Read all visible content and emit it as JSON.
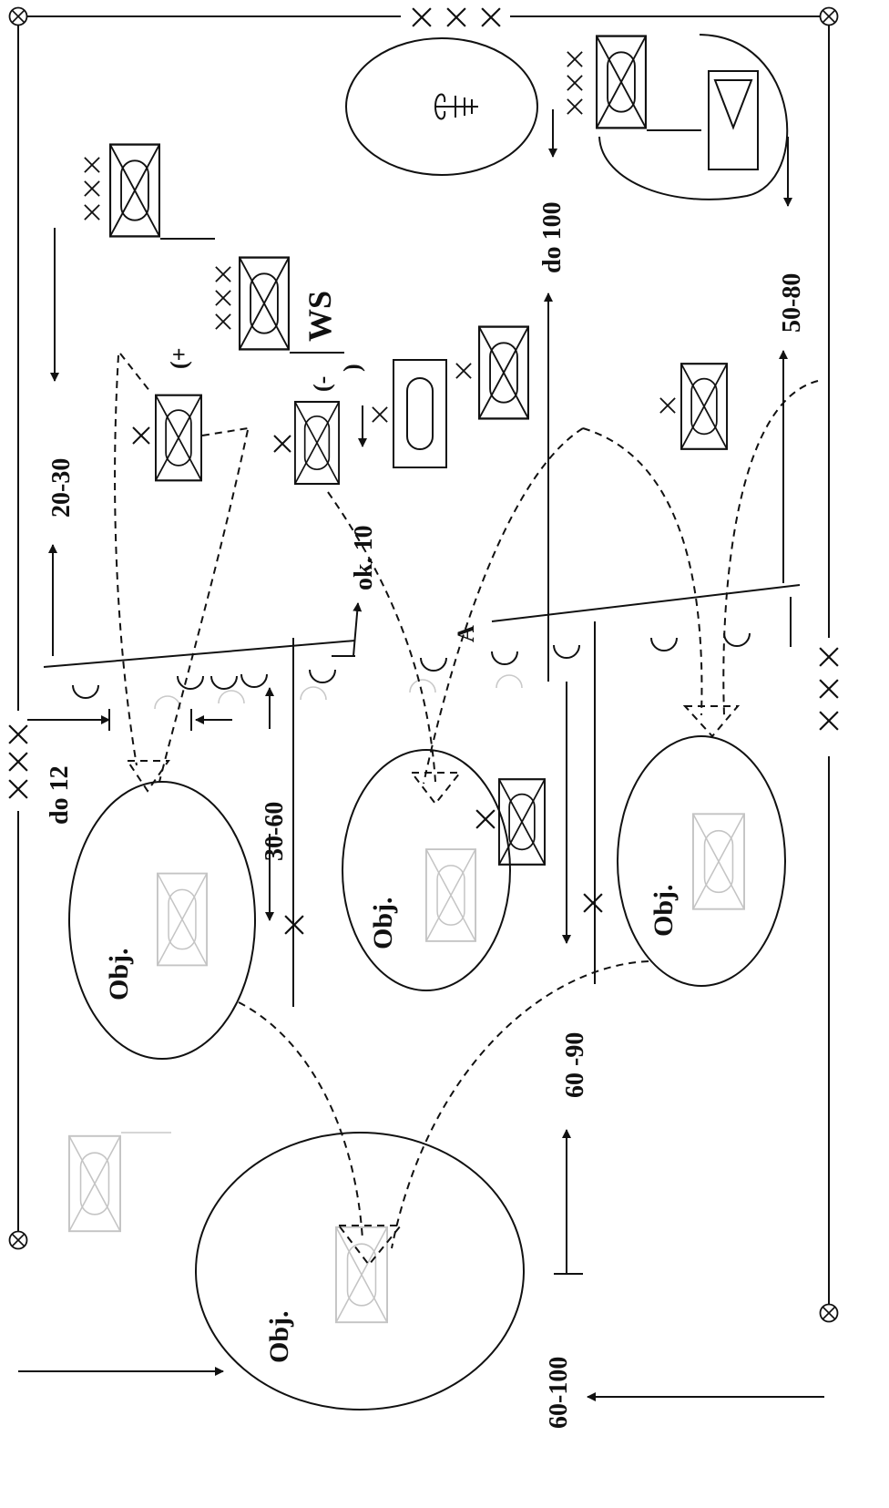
{
  "labels": {
    "obj_1": "Obj.",
    "obj_2": "Obj.",
    "obj_3": "Obj.",
    "obj_4": "Obj.",
    "ws": "WS",
    "point_a": "A",
    "plus": "(+",
    "minus": "(-",
    "paren": ")",
    "xxx": "×××"
  },
  "distances": {
    "d_20_30": "20-30",
    "d_do12": "do 12",
    "d_30_60": "30-60",
    "d_ok10": "ok. 10",
    "d_do100": "do 100",
    "d_50_80": "50-80",
    "d_60_90": "60 -90",
    "d_60_100": "60-100"
  },
  "colors": {
    "ink": "#111111",
    "faint": "#c9c9c9",
    "background": "#ffffff"
  }
}
